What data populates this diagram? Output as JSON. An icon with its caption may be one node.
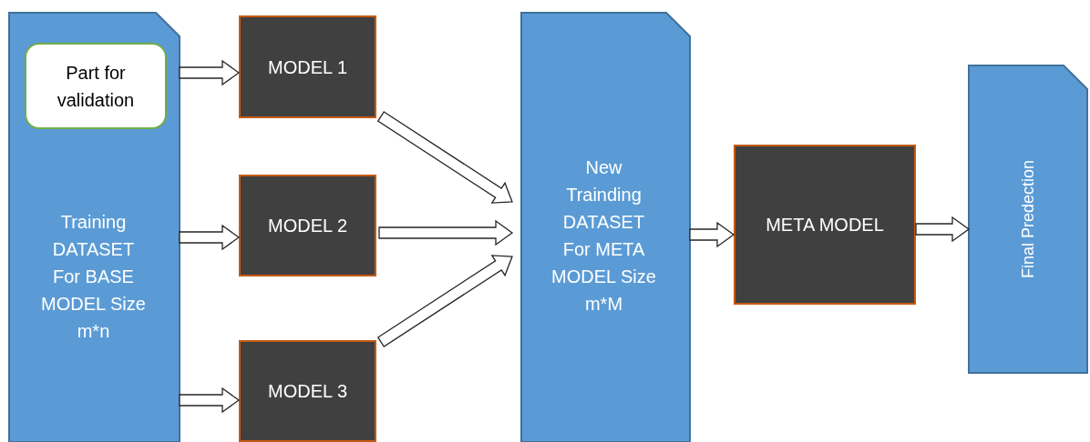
{
  "diagram": {
    "nodes": [
      {
        "text": [
          "Training DATASET For BASE MODEL Size m*n"
        ]
      },
      {
        "text": [
          "Part for validation"
        ],
        "in": 0
      },
      {
        "text": [
          "MODEL 1"
        ]
      },
      {
        "text": [
          "MODEL 2"
        ]
      },
      {
        "text": [
          "MODEL 3"
        ]
      },
      {
        "text": [
          "New Trainding DATASET For META MODEL Size m*M"
        ]
      },
      {
        "text": [
          "META MODEL"
        ]
      },
      {
        "text": [
          "Final Predection"
        ]
      }
    ],
    "edges": [
      {
        "from": 0,
        "to": 2,
        "arrow": "to"
      },
      {
        "from": 0,
        "to": 3,
        "arrow": "to"
      },
      {
        "from": 0,
        "to": 4,
        "arrow": "to"
      },
      {
        "from": 2,
        "to": 5,
        "arrow": "to"
      },
      {
        "from": 3,
        "to": 5,
        "arrow": "to"
      },
      {
        "from": 4,
        "to": 5,
        "arrow": "to"
      },
      {
        "from": 5,
        "to": 6,
        "arrow": "to"
      },
      {
        "from": 6,
        "to": 7,
        "arrow": "to"
      }
    ]
  }
}
